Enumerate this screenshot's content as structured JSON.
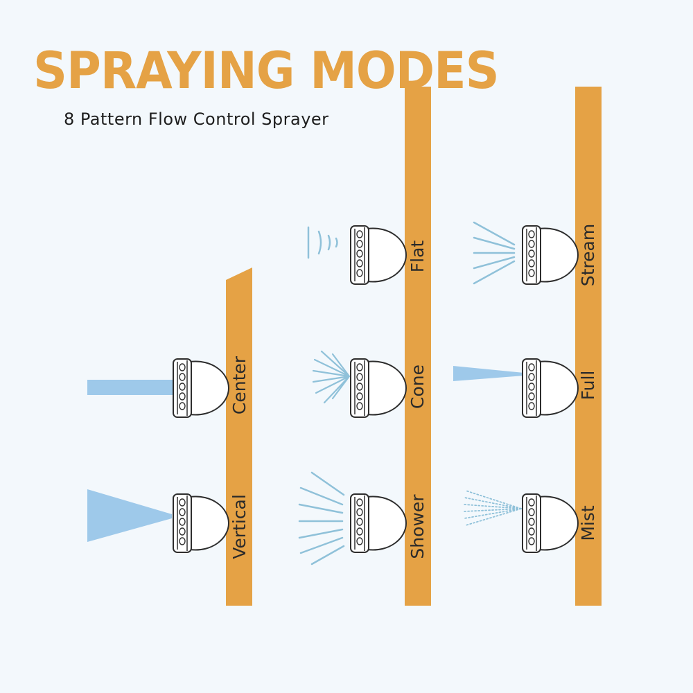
{
  "header": {
    "title": "SPRAYING MODES",
    "subtitle": "8 Pattern Flow Control Sprayer"
  },
  "colors": {
    "accent": "#e5a245",
    "background": "#f3f8fc",
    "spray": "#9ec9ea",
    "line_spray": "#8fc1d9",
    "nozzle_outline": "#2d2d2d"
  },
  "modes": [
    {
      "label": "Flat",
      "spray": "flat-arcs",
      "icon": "nozzle-icon"
    },
    {
      "label": "Stream",
      "spray": "lines-fan",
      "icon": "nozzle-icon"
    },
    {
      "label": "Center",
      "spray": "solid-bar",
      "icon": "nozzle-icon"
    },
    {
      "label": "Cone",
      "spray": "lines-burst",
      "icon": "nozzle-icon"
    },
    {
      "label": "Full",
      "spray": "solid-narrow-cone",
      "icon": "nozzle-icon"
    },
    {
      "label": "Vertical",
      "spray": "solid-wide-cone",
      "icon": "nozzle-icon"
    },
    {
      "label": "Shower",
      "spray": "lines-wide-fan",
      "icon": "nozzle-icon"
    },
    {
      "label": "Mist",
      "spray": "dotted-fan",
      "icon": "nozzle-icon"
    }
  ]
}
